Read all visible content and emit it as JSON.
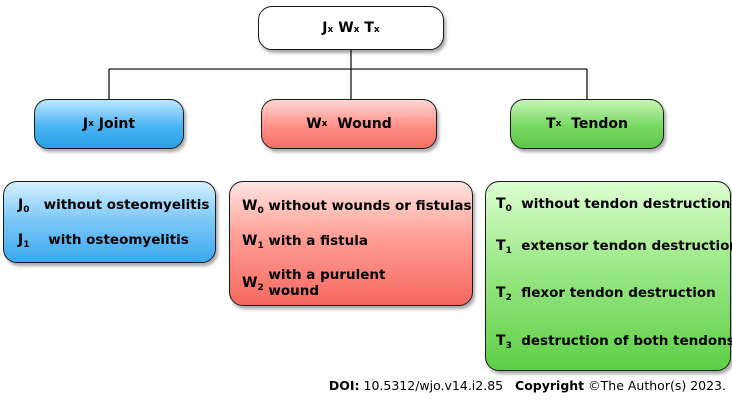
{
  "root": {
    "j": "J",
    "w": "W",
    "t": "T",
    "sub": "x"
  },
  "headers": [
    {
      "code": "J",
      "sub": "x",
      "label": "Joint"
    },
    {
      "code": "W",
      "sub": "x",
      "label": "Wound"
    },
    {
      "code": "T",
      "sub": "x",
      "label": "Tendon"
    }
  ],
  "joint_items": [
    {
      "code": "J",
      "sub": "0",
      "text": "without osteomyelitis"
    },
    {
      "code": "J",
      "sub": "1",
      "text": "with osteomyelitis"
    }
  ],
  "wound_items": [
    {
      "code": "W",
      "sub": "0",
      "text": "without wounds or fistulas"
    },
    {
      "code": "W",
      "sub": "1",
      "text": "with a fistula"
    },
    {
      "code": "W",
      "sub": "2",
      "text": "with a purulent",
      "text2": "wound"
    }
  ],
  "tendon_items": [
    {
      "code": "T",
      "sub": "0",
      "text": "without tendon destruction"
    },
    {
      "code": "T",
      "sub": "1",
      "text": "extensor tendon destruction"
    },
    {
      "code": "T",
      "sub": "2",
      "text": "flexor tendon destruction"
    },
    {
      "code": "T",
      "sub": "3",
      "text": "destruction of both tendons"
    }
  ],
  "footer": {
    "doi_label": "DOI:",
    "doi_value": "10.5312/wjo.v14.i2.85",
    "copyright_label": "Copyright",
    "copyright_text": "©The Author(s) 2023."
  }
}
